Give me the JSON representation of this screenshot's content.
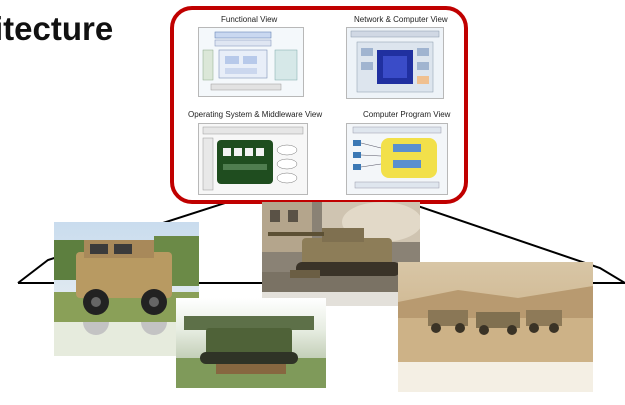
{
  "title": "itecture",
  "views": [
    {
      "label": "Functional View"
    },
    {
      "label": "Network & Computer View"
    },
    {
      "label": "Operating System & Middleware View"
    },
    {
      "label": "Computer Program View"
    }
  ],
  "colors": {
    "frame": "#c00000",
    "lines": "#000000"
  },
  "photos": [
    {
      "name": "armored-patrol-vehicle-photo"
    },
    {
      "name": "main-battle-tank-photo"
    },
    {
      "name": "bridge-layer-tank-photo"
    },
    {
      "name": "desert-convoy-photo"
    }
  ]
}
